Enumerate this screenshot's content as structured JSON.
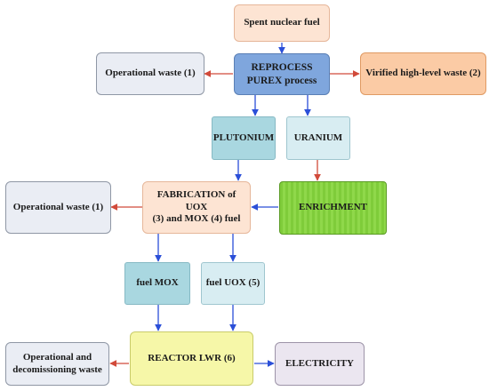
{
  "nodes": {
    "spent_fuel": "Spent nuclear fuel",
    "reprocess": "REPROCESS\nPUREX process",
    "op_waste_top": "Operational waste (1)",
    "hlw": "Virified high-level waste (2)",
    "plutonium": "PLUTONIUM",
    "uranium": "URANIUM",
    "op_waste_mid": "Operational waste (1)",
    "fabrication": "FABRICATION of UOX\n(3) and MOX (4) fuel",
    "enrichment": "ENRICHMENT",
    "fuel_mox": "fuel MOX",
    "fuel_uox": "fuel UOX (5)",
    "op_decom_waste": "Operational and\ndecomissioning waste",
    "reactor": "REACTOR LWR (6)",
    "electricity": "ELECTRICITY"
  },
  "colors": {
    "arrow_blue": "#2b4fd8",
    "arrow_red": "#d14a3a"
  }
}
